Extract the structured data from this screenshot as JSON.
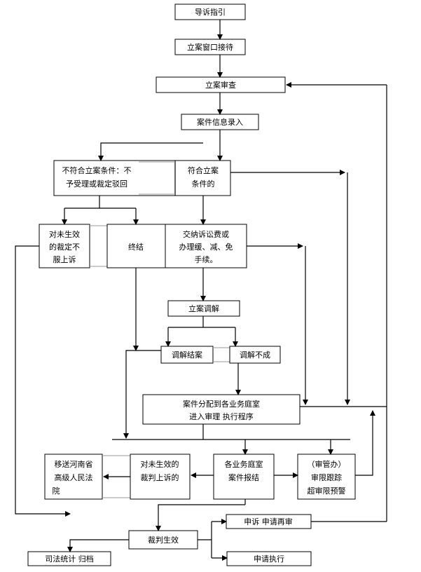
{
  "nodes": {
    "guide": "导诉指引",
    "reception": "立案窗口接待",
    "review": "立案审查",
    "info_entry": "案件信息录入",
    "not_qualified_l1": "不符合立案条件：不",
    "not_qualified_l2": "予受理或裁定驳回",
    "qualified_l1": "符合立案",
    "qualified_l2": "条件的",
    "appeal_nonfinal_l1": "对未生效",
    "appeal_nonfinal_l2": "的裁定不",
    "appeal_nonfinal_l3": "服上诉",
    "conclude": "终结",
    "fee_l1": "交纳诉讼费或",
    "fee_l2": "办理缓、减、免",
    "fee_l3": "手续。",
    "mediation": "立案调解",
    "mediation_settled": "调解结案",
    "mediation_failed": "调解不成",
    "assign_l1": "案件分配到各业务庭室",
    "assign_l2": "进入审理   执行程序",
    "transfer_l1": "移送河南省",
    "transfer_l2": "高级人民法",
    "transfer_l3": "院",
    "judgment_appeal_l1": "对未生效的",
    "judgment_appeal_l2": "裁判上诉的",
    "tribunal_l1": "各业务庭室",
    "tribunal_l2": "案件报结",
    "audit_l1": "（审管办）",
    "audit_l2": "审限跟踪",
    "audit_l3": "超审限预警",
    "effective": "裁判生效",
    "retrial": "申诉   申请再审",
    "stats": "司法统计   归档",
    "execution": "申请执行"
  }
}
